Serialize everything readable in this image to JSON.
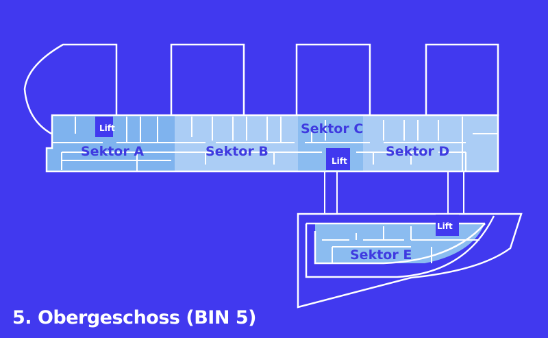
{
  "title": "5. Obergeschoss (BIN 5)",
  "sectors": [
    {
      "id": "A",
      "label": "Sektor A"
    },
    {
      "id": "B",
      "label": "Sektor B"
    },
    {
      "id": "C",
      "label": "Sektor C"
    },
    {
      "id": "D",
      "label": "Sektor D"
    },
    {
      "id": "E",
      "label": "Sektor E"
    }
  ],
  "lift_label": "Lift",
  "colors": {
    "background": "#4139ef",
    "sector_dark": "#7fb3ee",
    "sector_light": "#abcdf5",
    "lines": "#ffffff"
  }
}
